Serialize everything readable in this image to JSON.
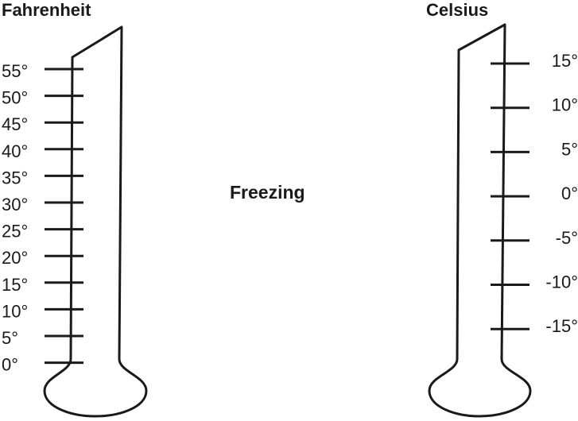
{
  "fahrenheit": {
    "title": "Fahrenheit",
    "ticks": [
      "55°",
      "50°",
      "45°",
      "40°",
      "35°",
      "30°",
      "25°",
      "20°",
      "15°",
      "10°",
      "5°",
      "0°"
    ]
  },
  "center_label": "Freezing",
  "celsius": {
    "title": "Celsius",
    "ticks": [
      "15°",
      "10°",
      "5°",
      "0°",
      "-5°",
      "-10°",
      "-15°"
    ]
  }
}
